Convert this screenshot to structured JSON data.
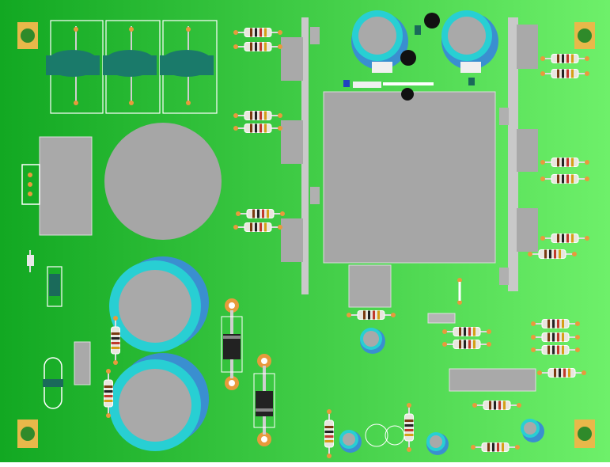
{
  "board": {
    "colors": {
      "pcb_left": "#12a822",
      "pcb_right": "#6ef06a",
      "silkscreen": "#ffffff",
      "pad_gold": "#e8b84a",
      "pad_dark": "#1f6a20",
      "heatsink": "#a9a9a9",
      "heatsink_edge": "#e8e8e8",
      "cap_cyan": "#28cfd3",
      "cap_blue": "#3a8fd0",
      "toroid_teal": "#1a7a6a",
      "diode_body": "#222222",
      "copper": "#e89a3c"
    },
    "resistors": [
      "r-r1",
      "r-r2",
      "r-r3",
      "r-r4",
      "r-r5",
      "r-r6",
      "r-r7",
      "r-r8",
      "r-r9",
      "r-r10",
      "r-r11",
      "r-r12",
      "r-r13",
      "r-r14",
      "r-r15",
      "r-r16",
      "r-r17",
      "r-r18",
      "r-r19",
      "r-r20",
      "r-r21",
      "r-r22",
      "r-r23",
      "r-r24",
      "r-r25"
    ]
  }
}
